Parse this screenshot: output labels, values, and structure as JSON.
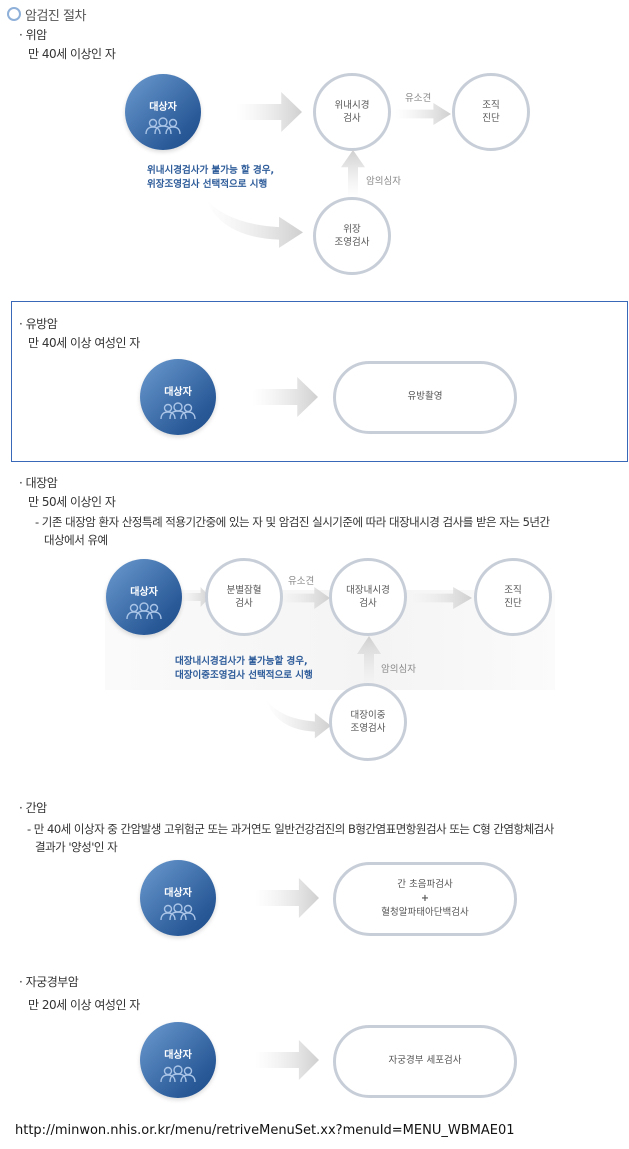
{
  "title": "암검진 절차",
  "target_label": "대상자",
  "stomach": {
    "heading": "· 위암",
    "criteria": "만 40세 이상인 자",
    "node_endoscopy": "위내시경\n검사",
    "node_biopsy": "조직\n진단",
    "node_contrast": "위장\n조영검사",
    "label_finding": "유소견",
    "label_suspect": "암의심자",
    "note_line1": "위내시경검사가 불가능 할 경우,",
    "note_line2": "위장조영검사 선택적으로 시행"
  },
  "breast": {
    "heading": "· 유방암",
    "criteria": "만 40세 이상 여성인 자",
    "exam": "유방촬영"
  },
  "colon": {
    "heading": "· 대장암",
    "criteria": "만 50세 이상인 자",
    "note_line1": "- 기존 대장암 환자 산정특례 적용기간중에 있는 자 및 암검진 실시기준에 따라 대장내시경 검사를 받은 자는 5년간",
    "note_line2": "대상에서 유예",
    "node_fobt": "분별잠혈\n검사",
    "node_endoscopy": "대장내시경\n검사",
    "node_biopsy": "조직\n진단",
    "node_contrast": "대장이중\n조영검사",
    "label_finding": "유소견",
    "label_suspect": "암의심자",
    "diag_note_line1": "대장내시경검사가 불가능할 경우,",
    "diag_note_line2": "대장이중조영검사 선택적으로 시행"
  },
  "liver": {
    "heading": "· 간암",
    "note_line1": "- 만 40세 이상자 중 간암발생 고위험군 또는 과거연도 일반건강검진의 B형간염표면항원검사 또는 C형 간염항체검사",
    "note_line2": "결과가 '양성'인 자",
    "exam_line1": "간 초음파검사",
    "exam_plus": "+",
    "exam_line2": "혈청알파태아단백검사"
  },
  "cervix": {
    "heading": "· 자궁경부암",
    "criteria": "만 20세 이상 여성인 자",
    "exam": "자궁경부 세포검사"
  },
  "url": "http://minwon.nhis.or.kr/menu/retriveMenuSet.xx?menuId=MENU_WBMAE01"
}
